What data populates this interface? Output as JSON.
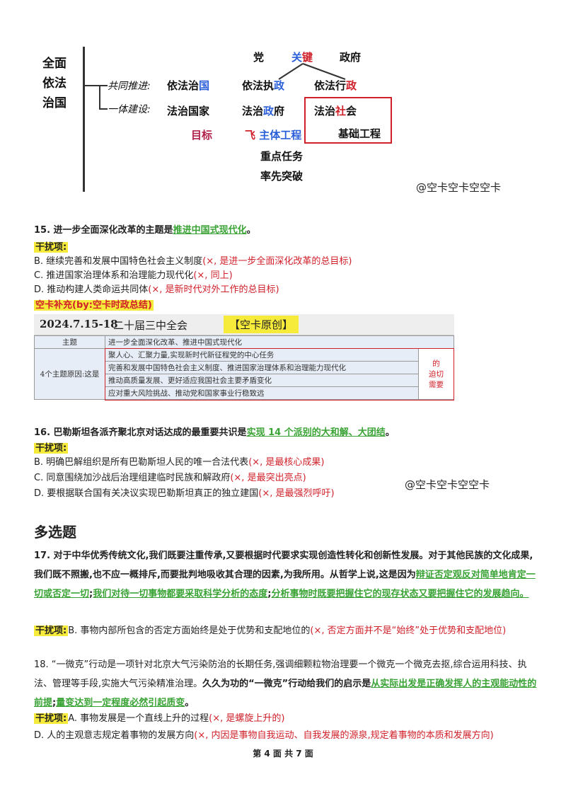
{
  "diagram": {
    "root": [
      "全面",
      "依法",
      "治国"
    ],
    "row1_label": "共同推进:",
    "row2_label": "一体建设:",
    "top_party": "党",
    "top_key_a": "关",
    "top_key_b": "键",
    "top_gov": "政府",
    "row1": {
      "a1": "依法治",
      "a2": "国",
      "b1": "依法执",
      "b2": "政",
      "c1": "依法行",
      "c2": "政"
    },
    "row2": {
      "a": "法治国家",
      "b1": "法治",
      "b2": "政",
      "b3": "府",
      "c1": "法治",
      "c2": "社",
      "c3": "会"
    },
    "goal": "目标",
    "main_mark": "飞",
    "main_body": "主体工程",
    "base": "基础工程",
    "key": "重点任务",
    "lead": "率先突破"
  },
  "watermark1": "@空卡空卡空空卡",
  "watermark2": "@空卡空卡空空卡",
  "q15": {
    "stem_a": "15. 进一步全面深化改革的主题是",
    "stem_ans": "推进中国式现代化",
    "stem_b": "。",
    "distract": "干扰项:",
    "opts": [
      {
        "text": "B. 继续完善和发展中国特色社会主义制度",
        "note": "(×, 是进一步全面深化改革的总目标)"
      },
      {
        "text": "C. 推进国家治理体系和治理能力现代化",
        "note": "(×, 同上)"
      },
      {
        "text": "D. 推动构建人类命运共同体",
        "note": "(×, 是新时代对外工作的总目标)"
      }
    ],
    "supplement": "空卡补充(by:空卡时政总结)"
  },
  "table": {
    "date": "2024.7.15-18",
    "session": "二十届三中全会",
    "orig": "【空卡原创】",
    "topic_label": "主题",
    "topic_value": "进一步全面深化改革、推进中国式现代化",
    "reason_label": "4个主题原因:这是",
    "reasons": [
      "聚人心、汇聚力量,实现新时代新征程党的中心任务",
      "完善和发展中国特色社会主义制度、推进国家治理体系和治理能力现代化",
      "推动高质量发展、更好适应我国社会主要矛盾变化",
      "应对重大风险挑战、推动党和国家事业行稳致远"
    ],
    "side": [
      "的",
      "迫切",
      "需要"
    ]
  },
  "q16": {
    "stem_a": "16. 巴勒斯坦各派齐聚北京对话达成的最重要共识是",
    "stem_ans": "实现 14 个派别的大和解、大团结",
    "stem_b": "。",
    "distract": "干扰项:",
    "opts": [
      {
        "text": "B. 明确巴解组织是所有巴勒斯坦人民的唯一合法代表",
        "note": "(×, 是最核心成果)"
      },
      {
        "text": "C. 同意围绕加沙战后治理组建临时民族和解政府",
        "note": "(×, 是最突出亮点)"
      },
      {
        "text": "D. 要根据联合国有关决议实现巴勒斯坦真正的独立建国",
        "note": "(×, 是最强烈呼吁)"
      }
    ]
  },
  "section_title": "多选题",
  "q17": {
    "p1": "17. 对于中华优秀传统文化,我们既要注重传承,又要根据时代要求实现创造性转化和创新性发展。对于其他民族的文化成果,我们既不照搬,也不应一概排斥,而要批判地吸收其合理的因素,为我所用。从哲学上说,这是因为",
    "g1": "辩证否定观反对简单地肯定一切或否定一切",
    "s1": ";",
    "g2": "我们对待一切事物都要采取科学分析的态度",
    "s2": ";",
    "g3": "分析事物时既要把握住它的现存状态又要把握住它的发展趋向。",
    "distract": "干扰项:",
    "opt": "B. 事物内部所包含的否定方面始终是处于优势和支配地位的",
    "note": "(×, 否定方面并不是“始终”处于优势和支配地位)"
  },
  "q18": {
    "p1": "18. “一微克”行动是一项针对北京大气污染防治的长期任务,强调细颗粒物治理要一个微克一个微克去抠,综合运用科技、执法、管理等手段,实施大气污染精准治理。",
    "b1": "久久为功的“一微克”行动给我们的启示是",
    "g1": "从实际出发是正确发挥人的主观能动性的前提",
    "s1": ";",
    "g2": "量变达到一定程度必然引起质变",
    "s2": "。",
    "distract": "干扰项:",
    "opts": [
      {
        "text": "A. 事物发展是一个直线上升的过程",
        "note": "(×, 是螺旋上升的)"
      },
      {
        "text": "D. 人的主观意志规定着事物的发展方向",
        "note": "(×, 内因是事物自我运动、自我发展的源泉,规定着事物的本质和发展方向)"
      }
    ]
  },
  "footer": "第 4 面 共 7 面"
}
